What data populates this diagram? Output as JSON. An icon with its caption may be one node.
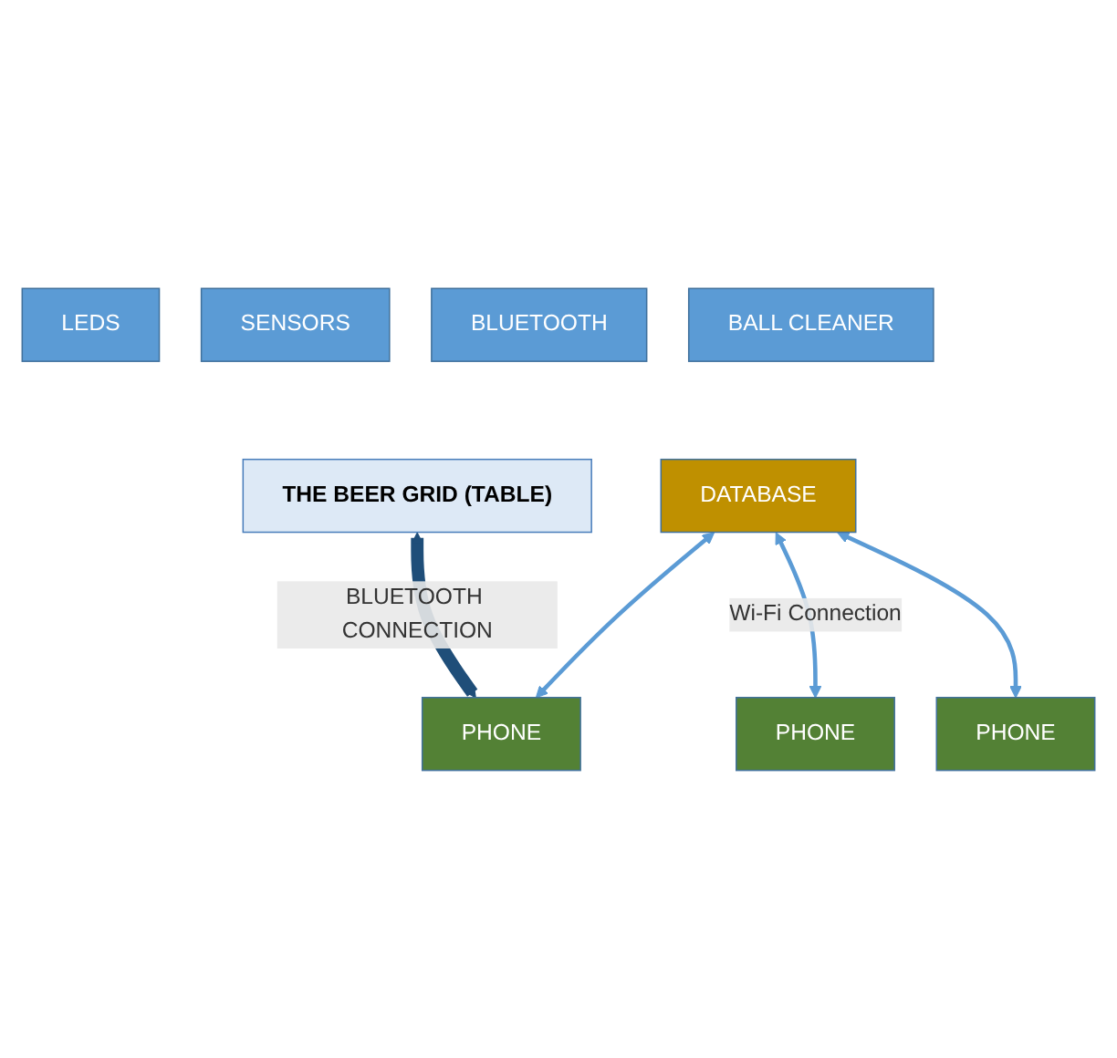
{
  "diagram": {
    "nodes": [
      {
        "text": [
          "LEDS"
        ]
      },
      {
        "text": [
          "SENSORS"
        ]
      },
      {
        "text": [
          "BLUETOOTH"
        ]
      },
      {
        "text": [
          "BALL CLEANER"
        ]
      },
      {
        "text": [
          "THE BEER GRID (TABLE)"
        ]
      },
      {
        "text": [
          "PHONE"
        ]
      },
      {
        "text": [
          "DATABASE"
        ]
      },
      {
        "text": [
          "PHONE"
        ]
      },
      {
        "text": [
          "PHONE"
        ]
      }
    ],
    "edges": [
      {
        "from": 4,
        "to": 5,
        "arrow": "both",
        "label": "BLUETOOTH CONNECTION",
        "style": "thick",
        "color": "#1f4e79"
      },
      {
        "from": 6,
        "to": 5,
        "arrow": "both"
      },
      {
        "from": 6,
        "to": 7,
        "arrow": "both",
        "label": "Wi-Fi Connection"
      },
      {
        "from": 6,
        "to": 8,
        "arrow": "both"
      }
    ]
  }
}
